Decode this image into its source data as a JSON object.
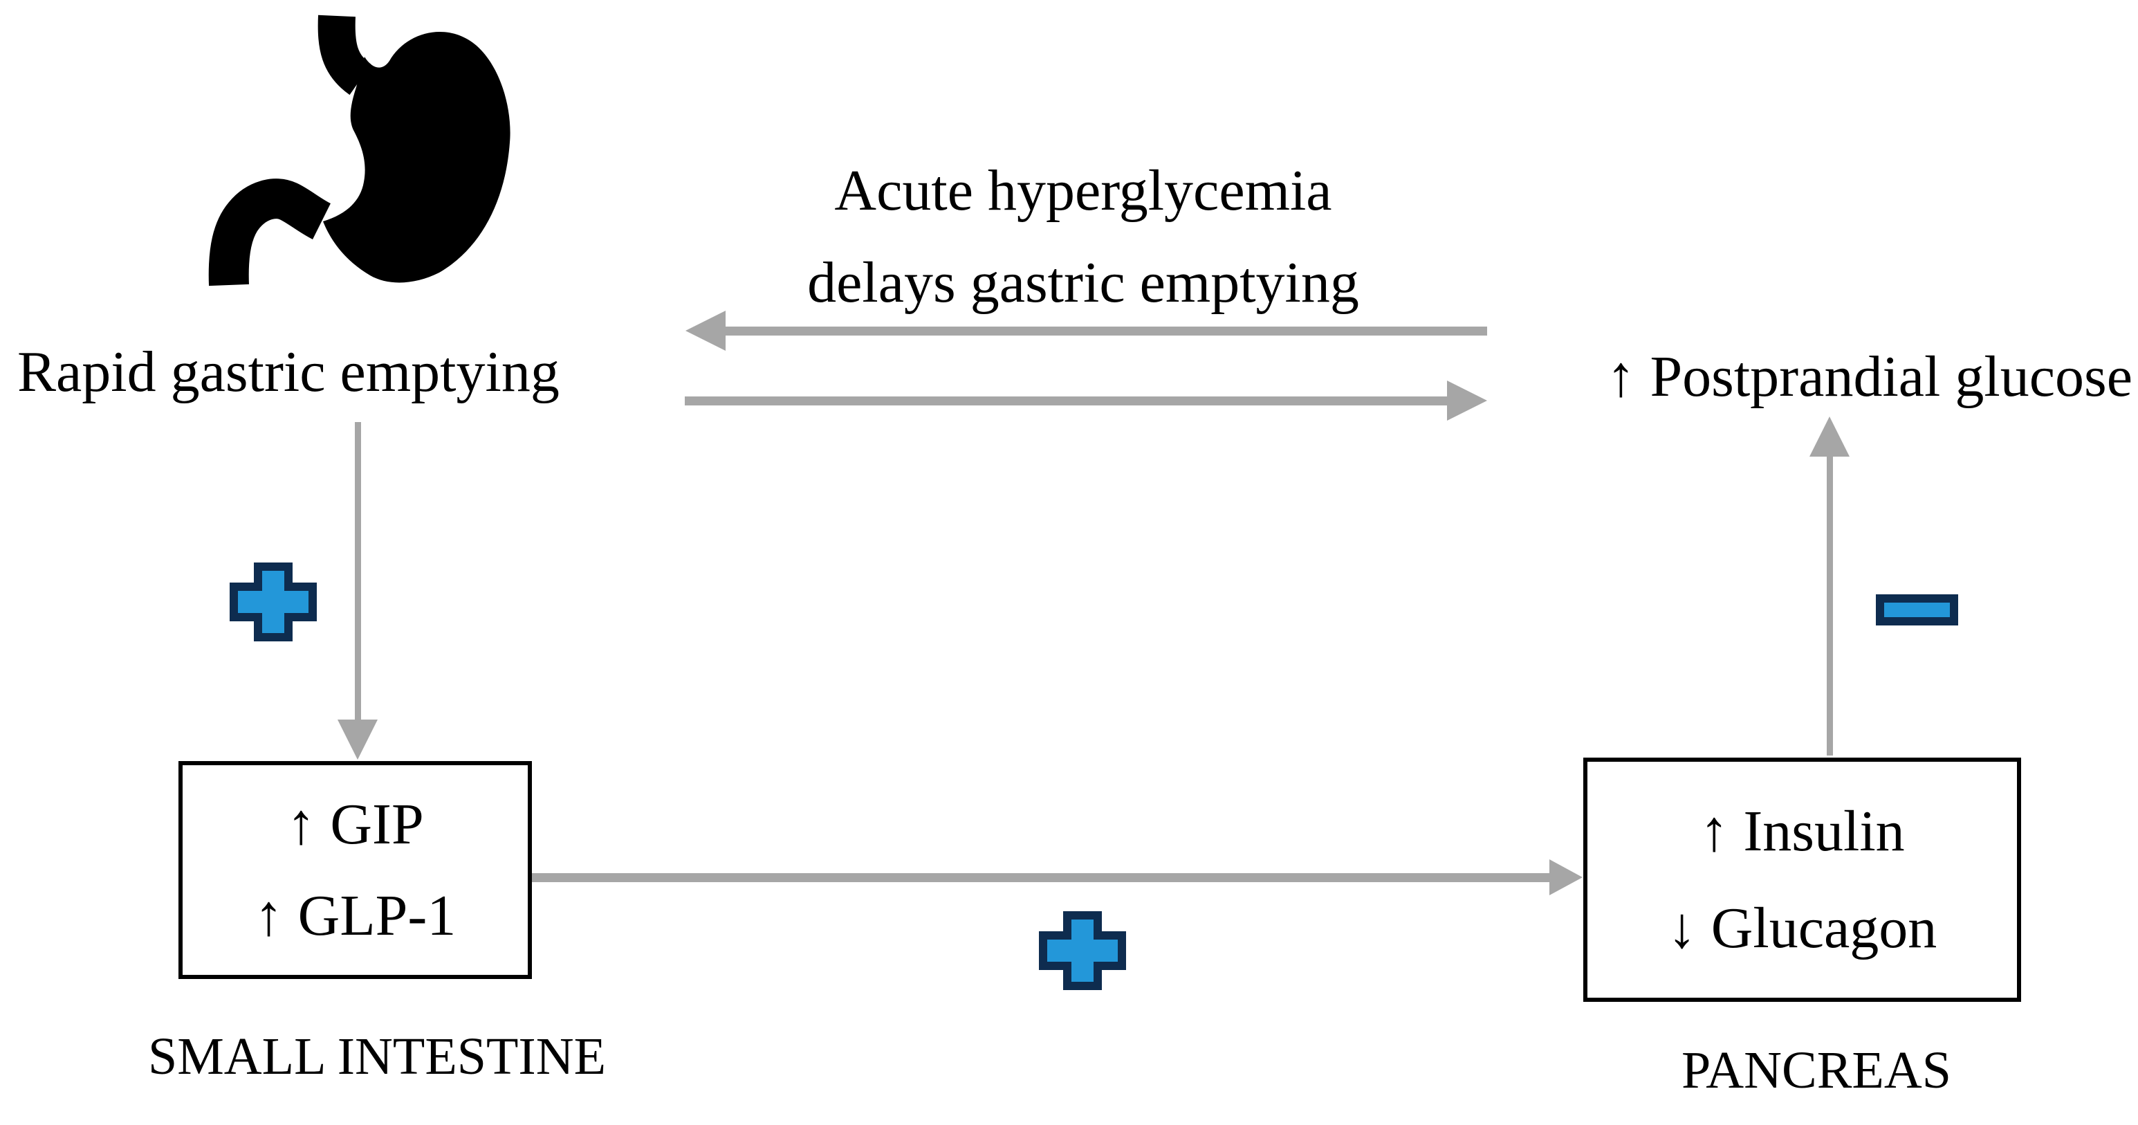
{
  "labels": {
    "rapid": "Rapid gastric emptying",
    "feedback_line1": "Acute hyperglycemia",
    "feedback_line2": "delays gastric emptying",
    "postprandial": "↑ Postprandial glucose"
  },
  "boxes": {
    "small_intestine": {
      "line1": "↑ GIP",
      "line2": "↑ GLP-1",
      "caption": "SMALL INTESTINE"
    },
    "pancreas": {
      "line1": "↑ Insulin",
      "line2": "↓ Glucagon",
      "caption": "PANCREAS"
    }
  },
  "icons": {
    "stomach": "stomach-icon",
    "sign_intestine": "plus-icon",
    "sign_pancreas": "plus-icon",
    "sign_glucose": "minus-icon"
  },
  "edges": [
    {
      "from": "Rapid gastric emptying",
      "to": "↑ Postprandial glucose",
      "type": "arrow-right"
    },
    {
      "from": "↑ Postprandial glucose",
      "to": "Rapid gastric emptying",
      "type": "arrow-left",
      "label": "Acute hyperglycemia delays gastric emptying"
    },
    {
      "from": "Rapid gastric emptying",
      "to": "SMALL INTESTINE box",
      "type": "arrow-down",
      "sign": "+"
    },
    {
      "from": "SMALL INTESTINE box",
      "to": "PANCREAS box",
      "type": "arrow-right",
      "sign": "+"
    },
    {
      "from": "PANCREAS box",
      "to": "↑ Postprandial glucose",
      "type": "arrow-up",
      "sign": "−"
    }
  ],
  "colors": {
    "arrow_gray": "#a6a6a6",
    "sign_fill": "#2397d9",
    "sign_border": "#0e2c4f",
    "text": "#000000",
    "box_border": "#000000",
    "background": "#ffffff"
  }
}
